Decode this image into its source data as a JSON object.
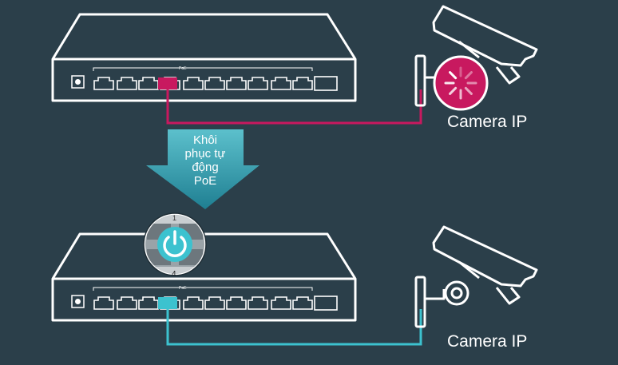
{
  "arrow": {
    "label_lines": [
      "Khôi",
      "phục tự",
      "động",
      "PoE"
    ]
  },
  "switch_top": {
    "poe_marking": "PoE"
  },
  "switch_bottom": {
    "poe_marking": "PoE",
    "zoom_port_top": "1",
    "zoom_port_bottom": "4"
  },
  "camera_top": {
    "label": "Camera IP"
  },
  "camera_bottom": {
    "label": "Camera IP"
  },
  "colors": {
    "background": "#2b3f4a",
    "outline": "#ffffff",
    "fault_link": "#c8195f",
    "restored_link": "#3cc2cf",
    "arrow_fill": "#3aa6b7"
  }
}
